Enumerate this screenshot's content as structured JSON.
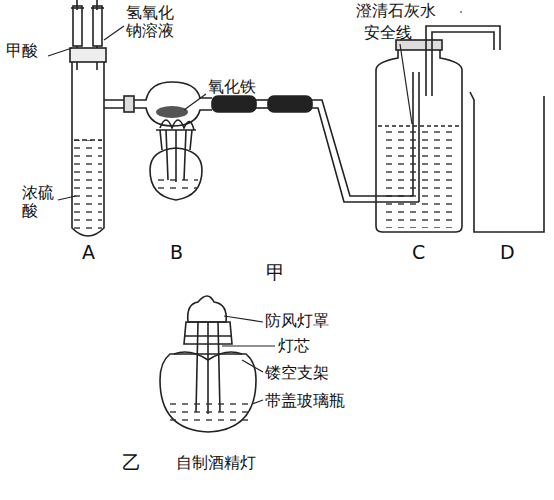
{
  "diagram": {
    "labels": [
      "甲酸",
      "氢氧化钠溶液",
      "浓硫酸",
      "氧化铁",
      "澄清石灰水",
      "安全线",
      "A",
      "B",
      "C",
      "D",
      "甲",
      "防风灯罩",
      "灯芯",
      "镂空支架",
      "带盖玻璃瓶",
      "乙",
      "自制酒精灯"
    ]
  }
}
